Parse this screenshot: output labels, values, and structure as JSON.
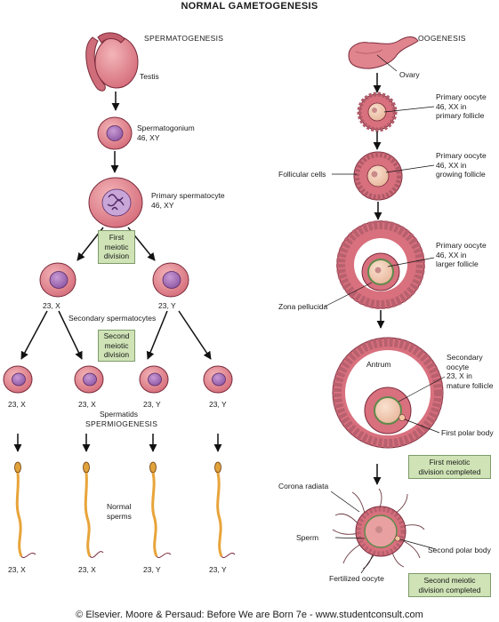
{
  "title": "NORMAL GAMETOGENESIS",
  "spermatogenesis": {
    "header": "SPERMATOGENESIS",
    "testis": "Testis",
    "spermatogonium": {
      "name": "Spermatogonium",
      "karyotype": "46, XY"
    },
    "primary": {
      "name": "Primary spermatocyte",
      "karyotype": "46, XY"
    },
    "first_division": [
      "First",
      "meiotic",
      "division"
    ],
    "secondary_left": "23, X",
    "secondary_right": "23, Y",
    "secondary_label": "Secondary spermatocytes",
    "second_division": [
      "Second",
      "meiotic",
      "division"
    ],
    "spermatid_karyotypes": [
      "23, X",
      "23, X",
      "23, Y",
      "23, Y"
    ],
    "spermatids_label": "Spermatids",
    "spermiogenesis": "SPERMIOGENESIS",
    "normal_sperms": [
      "Normal",
      "sperms"
    ],
    "sperm_karyotypes": [
      "23, X",
      "23, X",
      "23, Y",
      "23, Y"
    ]
  },
  "oogenesis": {
    "header": "OOGENESIS",
    "ovary": "Ovary",
    "stage1": [
      "Primary oocyte",
      "46, XX in",
      "primary follicle"
    ],
    "stage2": [
      "Primary oocyte",
      "46, XX in",
      "growing follicle"
    ],
    "follicular_cells": "Follicular cells",
    "stage3": [
      "Primary oocyte",
      "46, XX in",
      "larger follicle"
    ],
    "zona_pellucida": "Zona pellucida",
    "antrum": "Antrum",
    "stage4": [
      "Secondary",
      "oocyte",
      "23, X in",
      "mature follicle"
    ],
    "first_polar_body": "First polar body",
    "first_completed": [
      "First meiotic",
      "division completed"
    ],
    "corona_radiata": "Corona radiata",
    "sperm": "Sperm",
    "second_polar_body": "Second polar body",
    "fertilized_oocyte": "Fertilized oocyte",
    "second_completed": [
      "Second meiotic",
      "division completed"
    ]
  },
  "footer": "© Elsevier. Moore & Persaud: Before We are Born 7e - www.studentconsult.com",
  "colors": {
    "cell_fill": "#e0848e",
    "cell_stroke": "#7a2a3a",
    "nucleus": "#a571b7",
    "box_fill": "#cfe3b6",
    "sperm_tail": "#e8a43a"
  }
}
